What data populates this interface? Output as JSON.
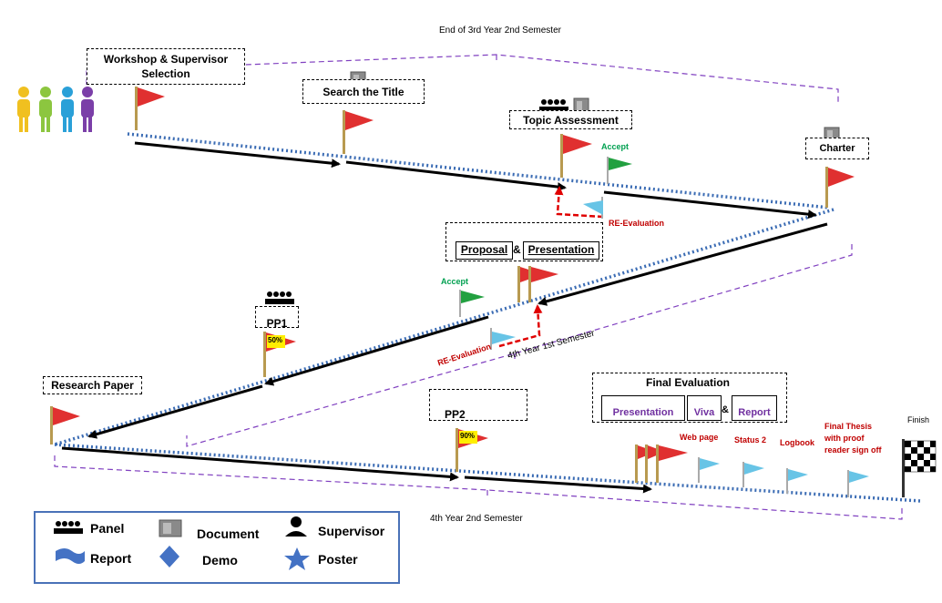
{
  "semesters": {
    "s1": "End of 3rd Year 2nd Semester",
    "s2": "4th Year 1st Semester",
    "s3": "4th Year 2nd Semester"
  },
  "milestones": {
    "workshop": "Workshop & Supervisor Selection",
    "search": "Search the Title",
    "topic": "Topic Assessment",
    "charter": "Charter",
    "proposal": "Proposal",
    "amp": "&",
    "presentation": "Presentation",
    "pp1": "PP1",
    "pp1_pct": "50%",
    "research": "Research Paper",
    "pp2": "PP2",
    "pp2_pct": "90%",
    "final_title": "Final Evaluation",
    "final_presentation": "Presentation",
    "final_viva": "Viva",
    "final_amp": "&",
    "final_report": "Report"
  },
  "annotations": {
    "accept1": "Accept",
    "reeval1": "RE-Evaluation",
    "accept2": "Accept",
    "reeval2": "RE-Evaluation",
    "webpage": "Web page",
    "status2": "Status 2",
    "logbook": "Logbook",
    "final_thesis": "Final Thesis with proof reader sign off",
    "finish": "Finish"
  },
  "legend": {
    "panel": "Panel",
    "document": "Document",
    "supervisor": "Supervisor",
    "report": "Report",
    "demo": "Demo",
    "poster": "Poster"
  },
  "colors": {
    "flag_red": "#e03030",
    "flag_green": "#22a040",
    "flag_blue": "#68c4e6",
    "track_blue": "#3b6cb4",
    "brace_purple": "#8040c0",
    "arrow_red": "#e00000",
    "legend_border": "#4a72b8",
    "shape_blue": "#4472c4"
  }
}
